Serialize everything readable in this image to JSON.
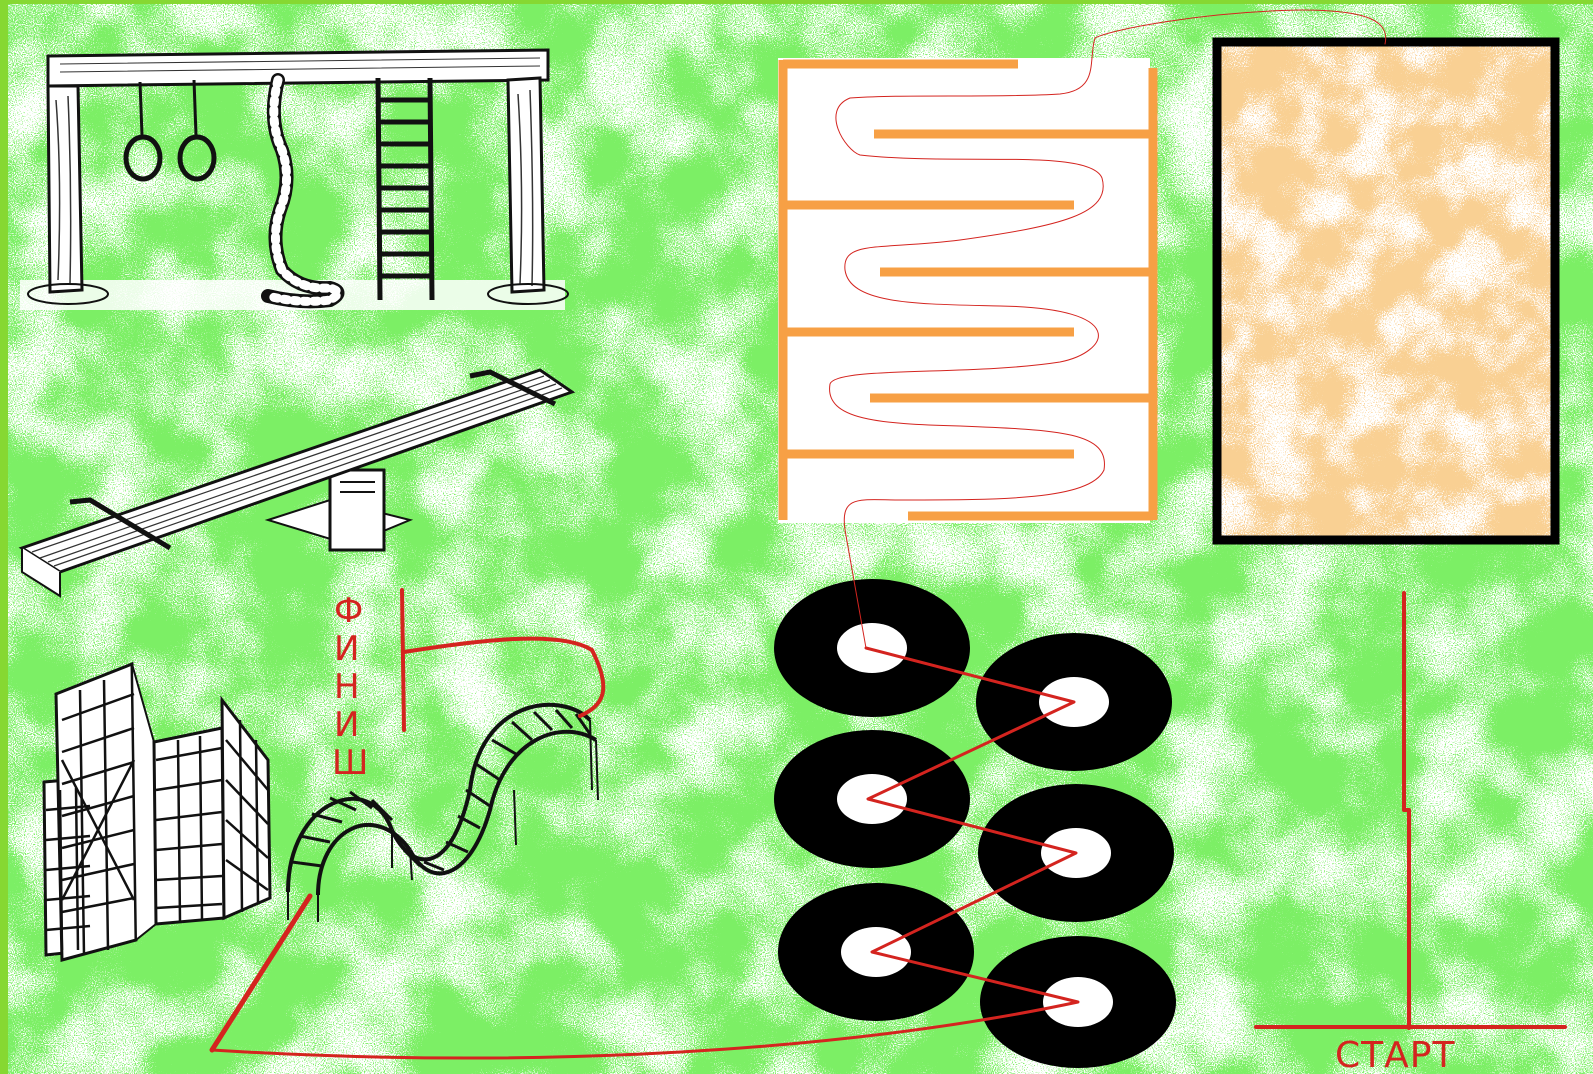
{
  "labels": {
    "start": "СТАРТ",
    "finish_letters": [
      "Ф",
      "И",
      "Н",
      "И",
      "Ш"
    ]
  },
  "colors": {
    "grass": "#33dd22",
    "route": "#d4241f",
    "maze": "#f7a045",
    "sandbox_fill": "#f3a14b",
    "tires": "#000000",
    "frame_left": "#86d832"
  },
  "icons": {
    "gym_frame": "rings-rope-ladder-frame-icon",
    "seesaw": "seesaw-icon",
    "climbing_wall": "climbing-wall-icon",
    "arch_ladder": "arch-ladder-icon",
    "maze": "maze-icon",
    "sandbox": "sandbox-icon",
    "tires": "tire-icon"
  }
}
